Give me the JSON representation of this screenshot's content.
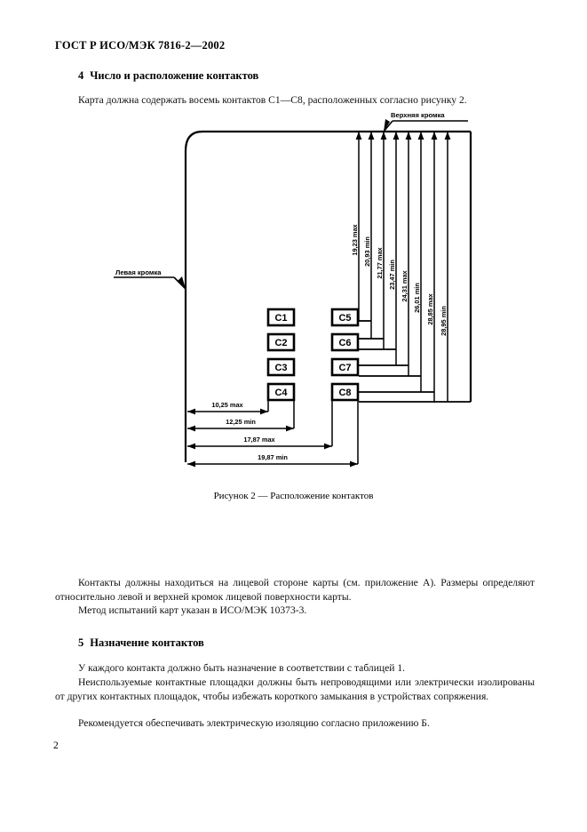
{
  "header": {
    "standard_title": "ГОСТ Р ИСО/МЭК 7816-2—2002"
  },
  "sections": [
    {
      "number": "4",
      "title": "Число и расположение контактов",
      "paragraphs": [
        "Карта должна содержать восемь контактов С1—С8, расположенных согласно рисунку 2."
      ]
    },
    {
      "number": "5",
      "title": "Назначение контактов",
      "paragraphs": [
        "У каждого контакта должно быть назначение в соответствии с таблицей 1.",
        "Неиспользуемые контактные площадки должны быть непроводящими или электрически изолированы от других контактных площадок, чтобы избежать короткого замыкания в устройствах сопряжения.",
        "Рекомендуется обеспечивать электрическую изоляцию согласно приложению Б."
      ]
    }
  ],
  "body_after_figure": [
    "Контакты должны находиться на лицевой стороне карты (см. приложение А). Размеры определяют относительно левой и верхней кромок лицевой поверхности карты.",
    "Метод испытаний карт указан в ИСО/МЭК 10373-3."
  ],
  "figure": {
    "caption": "Рисунок 2 — Расположение контактов",
    "edge_labels": {
      "top": "Верхняя кромка",
      "left": "Левая кромка"
    },
    "contacts_left": [
      "C1",
      "C2",
      "C3",
      "C4"
    ],
    "contacts_right": [
      "C5",
      "C6",
      "C7",
      "C8"
    ],
    "vertical_dimensions": [
      "19,23 max",
      "20,93 min",
      "21,77 max",
      "23,47 min",
      "24,31 max",
      "26,01 min",
      "28,85 max",
      "28,95 min"
    ],
    "horizontal_dimensions": [
      "10,25 max",
      "12,25 min",
      "17,87 max",
      "19,87 min"
    ]
  },
  "page_number": "2",
  "colors": {
    "ink": "#000000",
    "paper": "#ffffff"
  }
}
